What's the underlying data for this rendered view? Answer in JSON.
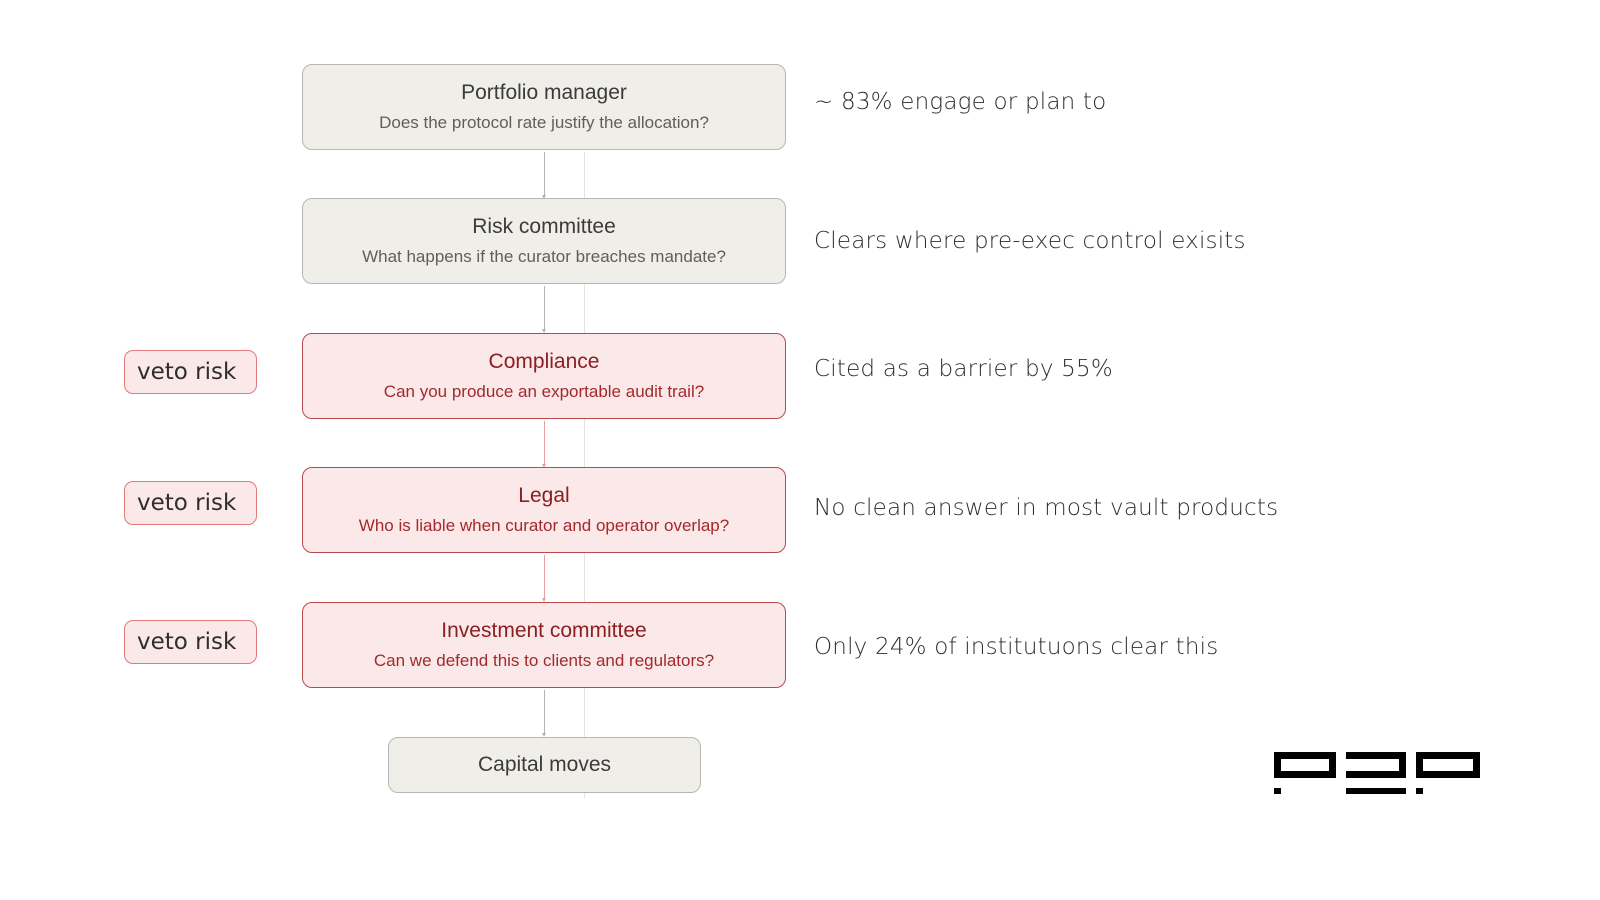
{
  "flow": {
    "steps": [
      {
        "title": "Portfolio manager",
        "question": "Does the protocol rate justify the allocation?",
        "note": "~ 83% engage or plan to",
        "veto": false
      },
      {
        "title": "Risk committee",
        "question": "What happens if the curator breaches mandate?",
        "note": "Clears where pre-exec control exisits",
        "veto": false
      },
      {
        "title": "Compliance",
        "question": "Can you produce an exportable audit trail?",
        "note": "Cited as a barrier by 55%",
        "veto": true,
        "badge": "veto risk"
      },
      {
        "title": "Legal",
        "question": "Who is liable when curator and operator overlap?",
        "note": "No clean answer in most vault products",
        "veto": true,
        "badge": "veto risk"
      },
      {
        "title": "Investment committee",
        "question": "Can we defend this to clients and regulators?",
        "note": "Only 24% of institutuons clear this",
        "veto": true,
        "badge": "veto risk"
      }
    ],
    "final": {
      "title": "Capital moves"
    }
  },
  "colors": {
    "neutral_fill": "#f0eee9",
    "neutral_border": "#b9b7b1",
    "veto_fill": "#fbe9e9",
    "veto_border": "#b94a4c",
    "veto_text": "#8b1f22",
    "badge_border": "#e07a7a"
  },
  "logo": {
    "icon": "p2p-logo-icon"
  }
}
